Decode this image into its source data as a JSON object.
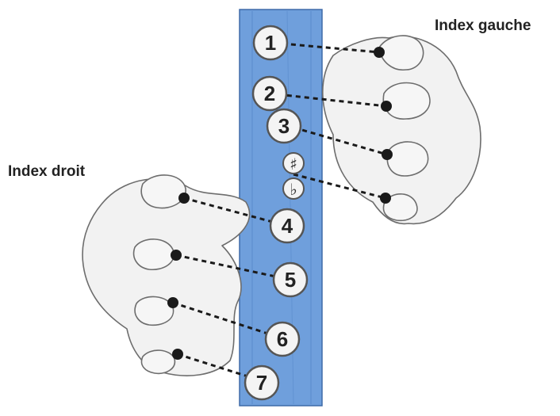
{
  "labels": {
    "left_index": "Index gauche",
    "right_index": "Index droit"
  },
  "holes": [
    {
      "id": "1",
      "text": "1"
    },
    {
      "id": "2",
      "text": "2"
    },
    {
      "id": "3",
      "text": "3"
    },
    {
      "id": "sharp",
      "text": "♯"
    },
    {
      "id": "flat",
      "text": "♭"
    },
    {
      "id": "4",
      "text": "4"
    },
    {
      "id": "5",
      "text": "5"
    },
    {
      "id": "6",
      "text": "6"
    },
    {
      "id": "7",
      "text": "7"
    }
  ],
  "colors": {
    "instrument_body": "#6f9fdc",
    "instrument_edge": "#3e6aa8",
    "hole_fill": "#f4f4f4",
    "hole_ring": "#555555",
    "hand_fill": "#f2f2f2",
    "hand_outline": "#6d6d6d",
    "dot": "#1a1a1a"
  }
}
